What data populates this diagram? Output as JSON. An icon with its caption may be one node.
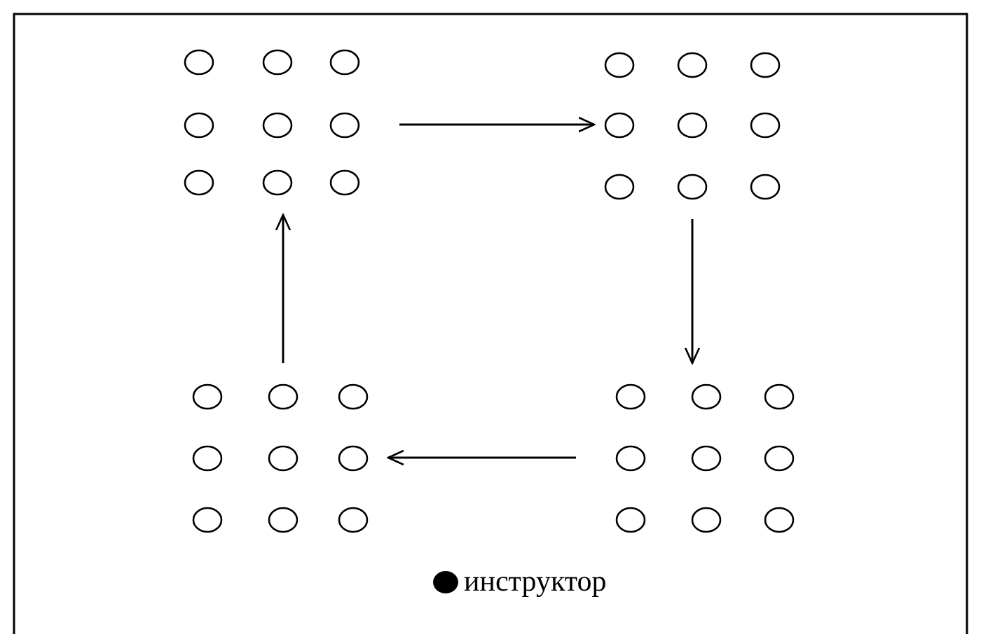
{
  "diagram": {
    "nodes": [
      {
        "text": [],
        "shape": "circle"
      },
      {
        "text": [],
        "shape": "circle"
      },
      {
        "text": [],
        "shape": "circle"
      },
      {
        "text": [],
        "shape": "circle"
      }
    ],
    "edges": [
      {
        "from": 0,
        "to": 1,
        "arrow": "to"
      },
      {
        "from": 1,
        "to": 2,
        "arrow": "to"
      },
      {
        "from": 2,
        "to": 3,
        "arrow": "to"
      },
      {
        "from": 3,
        "to": 0,
        "arrow": "to"
      }
    ],
    "legend": [
      {
        "text": "инструктор"
      }
    ]
  }
}
